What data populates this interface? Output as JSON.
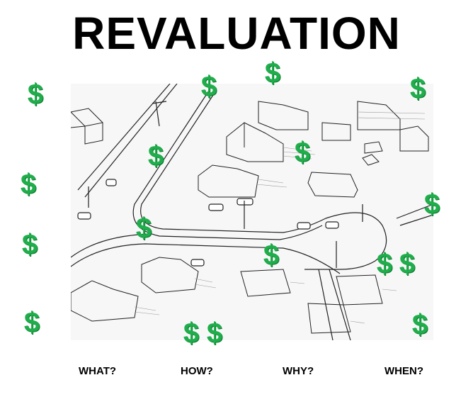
{
  "title": "REVALUATION",
  "questions": [
    "WHAT?",
    "HOW?",
    "WHY?",
    "WHEN?"
  ],
  "dollar_symbol": "$",
  "dollar_color": "#1fae4b"
}
